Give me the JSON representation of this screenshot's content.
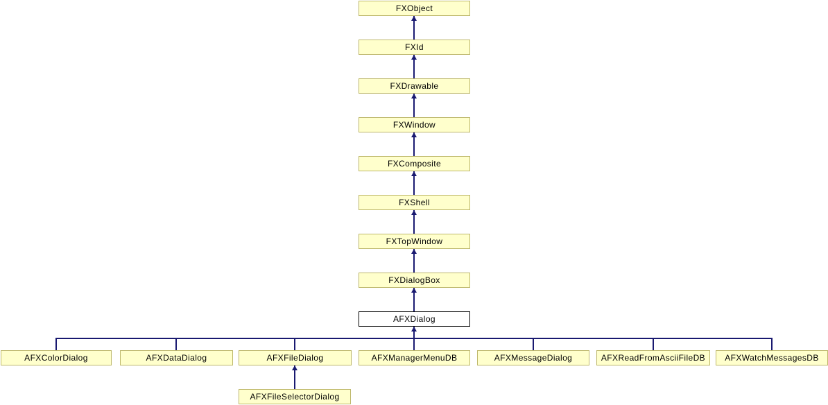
{
  "diagram": {
    "type": "class-inheritance-graph",
    "colors": {
      "node_fill": "#FFFFCC",
      "node_border": "#BDB76B",
      "focal_node_fill": "#FFFFFF",
      "focal_node_border": "#000000",
      "edge_color": "#191970",
      "text_color": "#000000",
      "background": "#FFFFFF"
    },
    "nodes": [
      {
        "label": "FXObject"
      },
      {
        "label": "FXId"
      },
      {
        "label": "FXDrawable"
      },
      {
        "label": "FXWindow"
      },
      {
        "label": "FXComposite"
      },
      {
        "label": "FXShell"
      },
      {
        "label": "FXTopWindow"
      },
      {
        "label": "FXDialogBox"
      },
      {
        "label": "AFXDialog",
        "focal": true
      },
      {
        "label": "AFXColorDialog"
      },
      {
        "label": "AFXDataDialog"
      },
      {
        "label": "AFXFileDialog"
      },
      {
        "label": "AFXManagerMenuDB"
      },
      {
        "label": "AFXMessageDialog"
      },
      {
        "label": "AFXReadFromAsciiFileDB"
      },
      {
        "label": "AFXWatchMessagesDB"
      },
      {
        "label": "AFXFileSelectorDialog"
      }
    ],
    "edges": [
      {
        "child": "FXId",
        "parent": "FXObject"
      },
      {
        "child": "FXDrawable",
        "parent": "FXId"
      },
      {
        "child": "FXWindow",
        "parent": "FXDrawable"
      },
      {
        "child": "FXComposite",
        "parent": "FXWindow"
      },
      {
        "child": "FXShell",
        "parent": "FXComposite"
      },
      {
        "child": "FXTopWindow",
        "parent": "FXShell"
      },
      {
        "child": "FXDialogBox",
        "parent": "FXTopWindow"
      },
      {
        "child": "AFXDialog",
        "parent": "FXDialogBox"
      },
      {
        "child": "AFXColorDialog",
        "parent": "AFXDialog"
      },
      {
        "child": "AFXDataDialog",
        "parent": "AFXDialog"
      },
      {
        "child": "AFXFileDialog",
        "parent": "AFXDialog"
      },
      {
        "child": "AFXManagerMenuDB",
        "parent": "AFXDialog"
      },
      {
        "child": "AFXMessageDialog",
        "parent": "AFXDialog"
      },
      {
        "child": "AFXReadFromAsciiFileDB",
        "parent": "AFXDialog"
      },
      {
        "child": "AFXWatchMessagesDB",
        "parent": "AFXDialog"
      },
      {
        "child": "AFXFileSelectorDialog",
        "parent": "AFXFileDialog"
      }
    ]
  }
}
